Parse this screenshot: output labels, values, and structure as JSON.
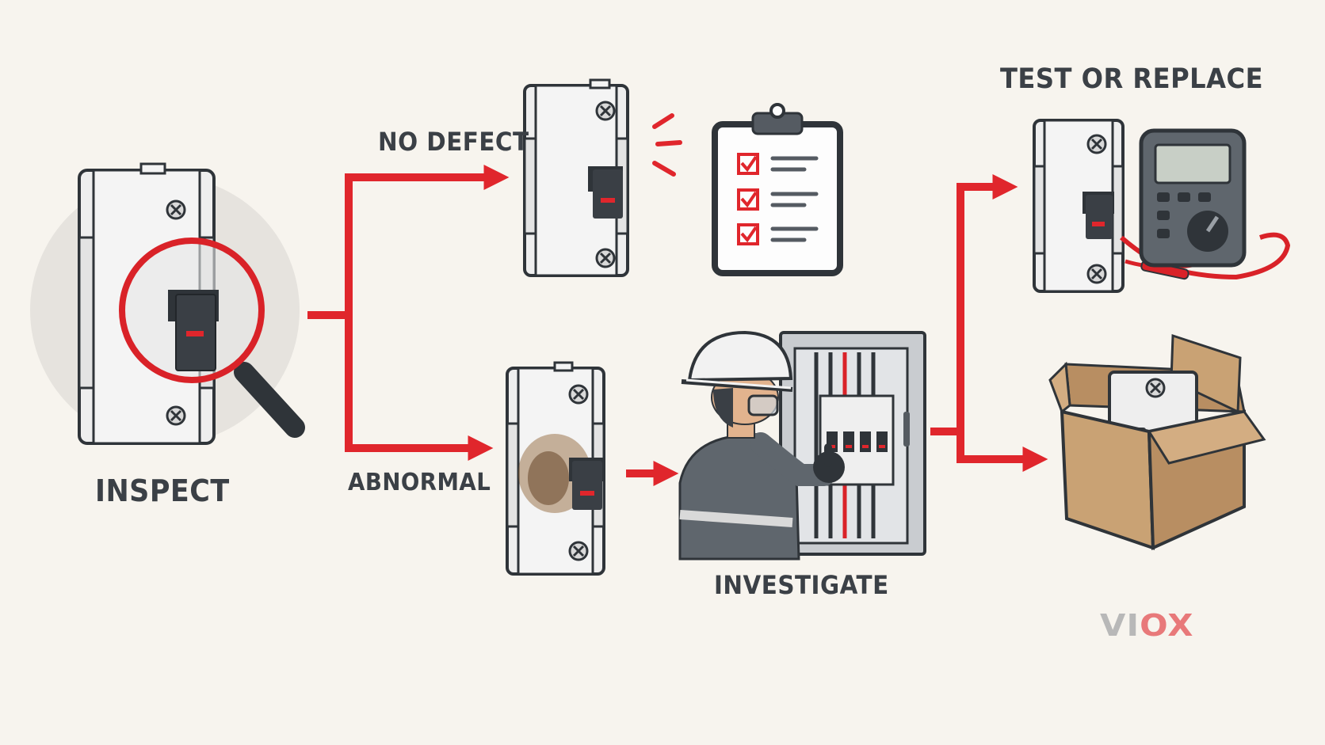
{
  "steps": {
    "inspect": "INSPECT",
    "no_defect": "NO DEFECT",
    "abnormal": "ABNORMAL",
    "investigate": "INVESTIGATE",
    "test_or_replace": "TEST OR REPLACE"
  },
  "logo": {
    "part1": "VI",
    "part2": "OX"
  },
  "colors": {
    "background": "#f7f4ee",
    "arrow": "#e0262c",
    "text": "#3b4046",
    "breaker_body": "#e9e9e9",
    "handle": "#2f3439"
  },
  "icons": [
    "breaker-icon",
    "magnifier-icon",
    "checklist-icon",
    "damaged-breaker-icon",
    "technician-icon",
    "electrical-panel-icon",
    "multimeter-icon",
    "cardboard-box-icon"
  ]
}
